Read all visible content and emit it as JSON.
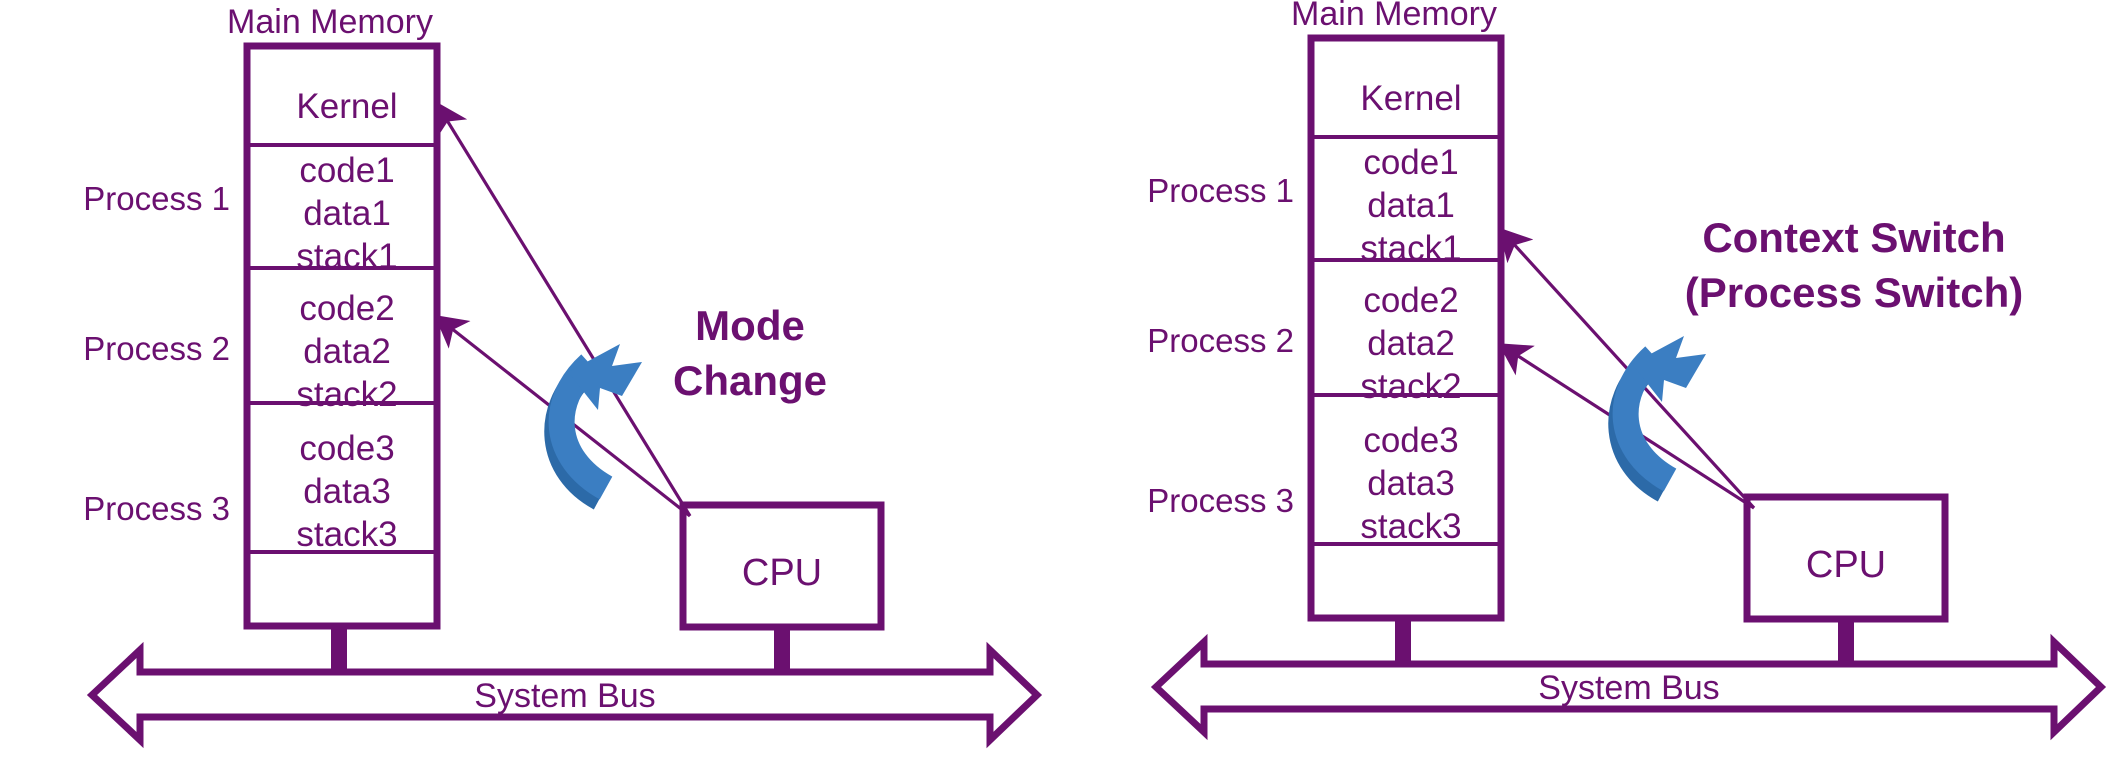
{
  "colors": {
    "purple": "#6B1070",
    "blue": "#3B7EC2",
    "blue_shadow": "#2C6AA8",
    "background": "#ffffff"
  },
  "panels": [
    {
      "id": "mode-change-panel",
      "memory_title": "Main Memory",
      "memory_rows": [
        {
          "id": "kernel",
          "lines": [
            "Kernel"
          ]
        },
        {
          "id": "process1",
          "lines": [
            "code1",
            "data1",
            "stack1"
          ]
        },
        {
          "id": "process2",
          "lines": [
            "code2",
            "data2",
            "stack2"
          ]
        },
        {
          "id": "process3",
          "lines": [
            "code3",
            "data3",
            "stack3"
          ]
        },
        {
          "id": "free",
          "lines": []
        }
      ],
      "process_labels": [
        "Process 1",
        "Process 2",
        "Process 3"
      ],
      "cpu_label": "CPU",
      "bus_label": "System Bus",
      "callout_lines": [
        "Mode",
        "Change"
      ],
      "arrow_targets": [
        "Kernel",
        "code2"
      ]
    },
    {
      "id": "context-switch-panel",
      "memory_title": "Main Memory",
      "memory_rows": [
        {
          "id": "kernel",
          "lines": [
            "Kernel"
          ]
        },
        {
          "id": "process1",
          "lines": [
            "code1",
            "data1",
            "stack1"
          ]
        },
        {
          "id": "process2",
          "lines": [
            "code2",
            "data2",
            "stack2"
          ]
        },
        {
          "id": "process3",
          "lines": [
            "code3",
            "data3",
            "stack3"
          ]
        },
        {
          "id": "free",
          "lines": []
        }
      ],
      "process_labels": [
        "Process 1",
        "Process 2",
        "Process 3"
      ],
      "cpu_label": "CPU",
      "bus_label": "System Bus",
      "callout_lines": [
        "Context Switch",
        "(Process Switch)"
      ],
      "arrow_targets": [
        "stack1",
        "data2"
      ]
    }
  ]
}
